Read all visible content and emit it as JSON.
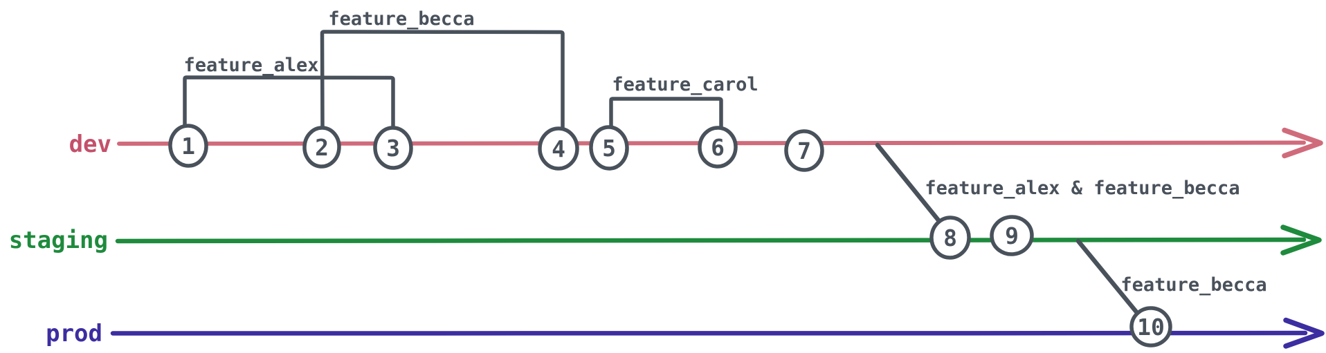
{
  "diagram": {
    "branches": [
      {
        "label": "dev"
      },
      {
        "label": "staging"
      },
      {
        "label": "prod"
      }
    ],
    "commits": [
      {
        "label": "1"
      },
      {
        "label": "2"
      },
      {
        "label": "3"
      },
      {
        "label": "4"
      },
      {
        "label": "5"
      },
      {
        "label": "6"
      },
      {
        "label": "7"
      },
      {
        "label": "8"
      },
      {
        "label": "9"
      },
      {
        "label": "10"
      }
    ],
    "annotations": {
      "feature_alex": "feature_alex",
      "feature_becca": "feature_becca",
      "feature_carol": "feature_carol",
      "merge_to_staging": "feature_alex & feature_becca",
      "merge_to_prod": "feature_becca"
    },
    "colors": {
      "ink": "#49515b",
      "dev_line": "#d06b7b",
      "dev_label": "#c4506b",
      "staging_line": "#1e8b3d",
      "prod_line": "#3c2da1",
      "node_fill": "#ffffff"
    }
  }
}
